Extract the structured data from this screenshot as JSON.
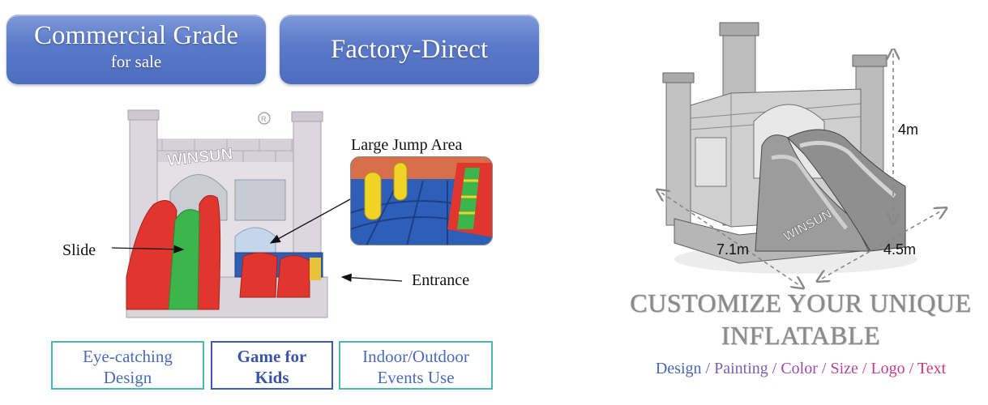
{
  "badges": {
    "commercial_title": "Commercial Grade",
    "commercial_sub": "for sale",
    "factory": "Factory-Direct"
  },
  "callouts": {
    "jump_area": "Large Jump Area",
    "slide": "Slide",
    "entrance": "Entrance"
  },
  "features": [
    {
      "line1": "Eye-catching",
      "line2": "Design"
    },
    {
      "line1": "Game for",
      "line2": "Kids"
    },
    {
      "line1": "Indoor/Outdoor",
      "line2": "Events Use"
    }
  ],
  "dimensions": {
    "height": "4m",
    "length": "7.1m",
    "width": "4.5m"
  },
  "headline": {
    "line1": "CUSTOMIZE YOUR UNIQUE",
    "line2": "INFLATABLE"
  },
  "services": [
    {
      "text": "Design",
      "color": "#4a66b5"
    },
    {
      "text": "Painting",
      "color": "#7a5fb0"
    },
    {
      "text": "Color",
      "color": "#9b4aa8"
    },
    {
      "text": "Size",
      "color": "#b2479e"
    },
    {
      "text": "Logo",
      "color": "#c83c8c"
    },
    {
      "text": "Text",
      "color": "#d23a6e"
    }
  ],
  "separator": " / ",
  "brand_colors": {
    "badge_blue": "#5a79c9",
    "feature_teal": "#49b9b0",
    "slide_red": "#e0362e",
    "slide_green": "#3cb54a"
  }
}
